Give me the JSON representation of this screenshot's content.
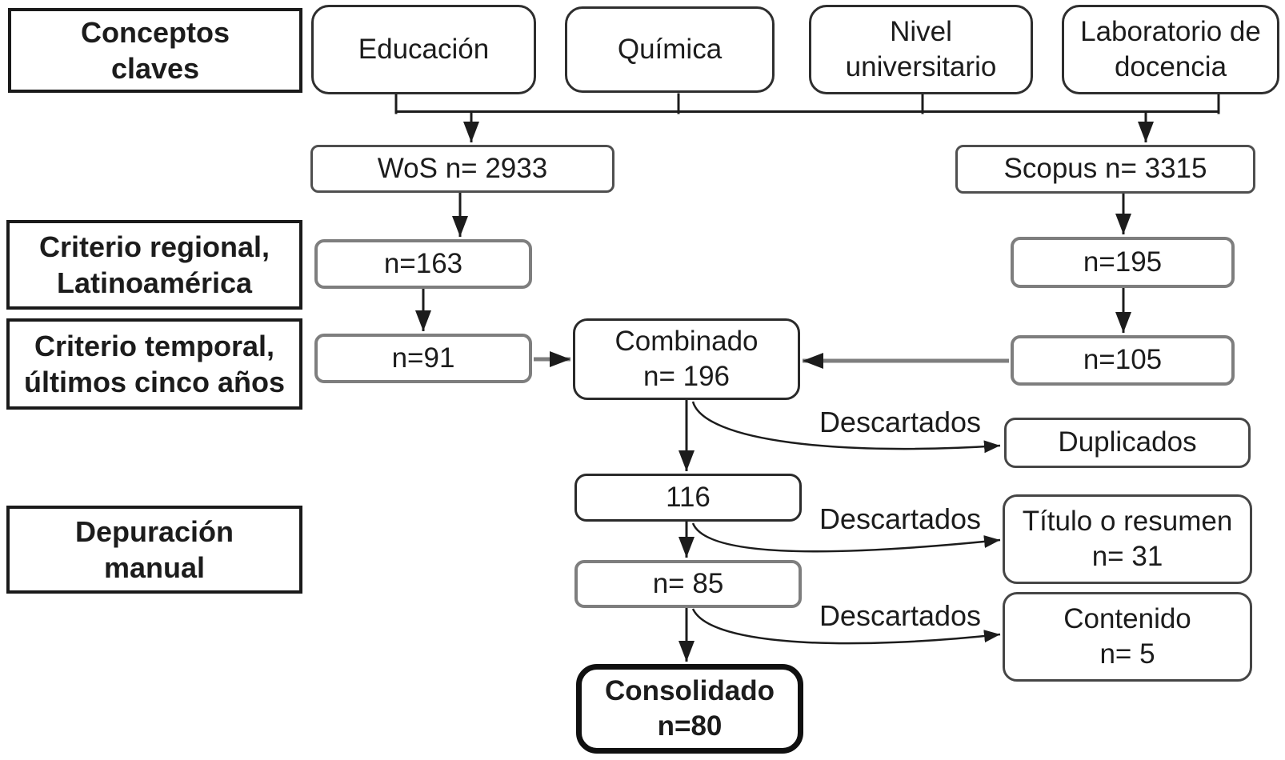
{
  "colors": {
    "background": "#ffffff",
    "line_black": "#1c1c1c",
    "line_gray": "#7e7e7e",
    "gray_box_border": "#7e7e7e",
    "text": "#1c1c1c"
  },
  "stage_labels": {
    "conceptos": "Conceptos\nclaves",
    "criterio_regional": "Criterio regional,\nLatinoamérica",
    "criterio_temporal": "Criterio temporal,\núltimos cinco años",
    "depuracion": "Depuración\nmanual"
  },
  "keywords": [
    {
      "label": "Educación"
    },
    {
      "label": "Química"
    },
    {
      "label": "Nivel\nuniversitario"
    },
    {
      "label": "Laboratorio de\ndocencia"
    }
  ],
  "nodes": {
    "wos": "WoS n= 2933",
    "scopus": "Scopus n= 3315",
    "wos_regional": "n=163",
    "scopus_regional": "n=195",
    "wos_temporal": "n=91",
    "scopus_temporal": "n=105",
    "combined": "Combinado\nn= 196",
    "after_duplicates": "116",
    "after_title_review": "n= 85",
    "consolidated": "Consolidado\nn=80",
    "duplicates": "Duplicados",
    "title_or_abstract": "Título o resumen\nn= 31",
    "content": "Contenido\nn= 5"
  },
  "edge_labels": {
    "discard_duplicates": "Descartados",
    "discard_title": "Descartados",
    "discard_content": "Descartados"
  }
}
